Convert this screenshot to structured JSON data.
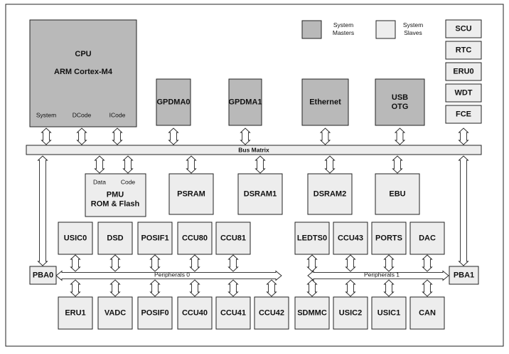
{
  "legend": {
    "masters": "System\nMasters",
    "slaves": "System\nSlaves",
    "colors": {
      "master": "#b9b9b9",
      "slave": "#ededed"
    }
  },
  "cpu": {
    "title": "CPU",
    "subtitle": "ARM Cortex-M4",
    "ports": [
      "System",
      "DCode",
      "ICode"
    ]
  },
  "bus_matrix": {
    "label": "Bus Matrix"
  },
  "masters": [
    "GPDMA0",
    "GPDMA1",
    "Ethernet",
    "USB\nOTG"
  ],
  "side_slaves": [
    "SCU",
    "RTC",
    "ERU0",
    "WDT",
    "FCE"
  ],
  "memories": {
    "pmu_ports": [
      "Data",
      "Code"
    ],
    "pmu_label": "PMU\nROM & Flash",
    "others": [
      "PSRAM",
      "DSRAM1",
      "DSRAM2",
      "EBU"
    ]
  },
  "bridges": {
    "pba0": "PBA0",
    "pba1": "PBA1"
  },
  "peripherals_0": {
    "bus_label": "Peripherals 0",
    "top": [
      "USIC0",
      "DSD",
      "POSIF1",
      "CCU80",
      "CCU81"
    ],
    "bottom": [
      "ERU1",
      "VADC",
      "POSIF0",
      "CCU40",
      "CCU41",
      "CCU42"
    ]
  },
  "peripherals_1": {
    "bus_label": "Peripherals 1",
    "top": [
      "LEDTS0",
      "CCU43",
      "PORTS",
      "DAC"
    ],
    "bottom": [
      "SDMMC",
      "USIC2",
      "USIC1",
      "CAN"
    ]
  }
}
